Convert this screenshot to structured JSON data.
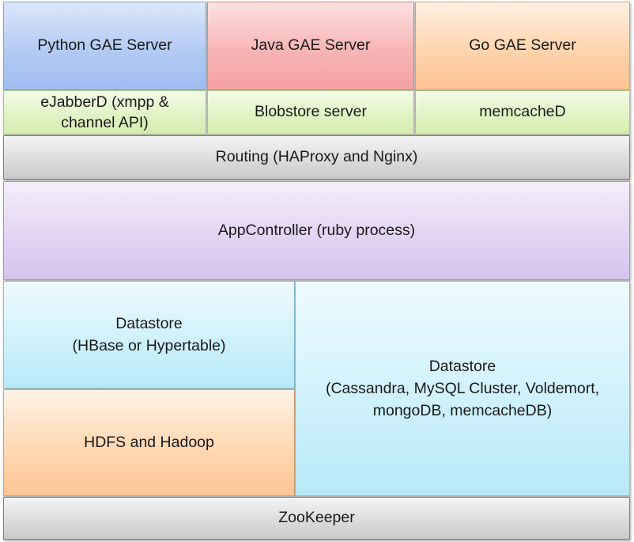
{
  "layers": {
    "python_gae": "Python GAE Server",
    "java_gae": "Java GAE Server",
    "go_gae": "Go GAE Server",
    "ejabberd_line1": "eJabberD (xmpp &",
    "ejabberd_line2": "channel API)",
    "blobstore": "Blobstore server",
    "memcached": "memcacheD",
    "routing": "Routing (HAProxy and Nginx)",
    "appcontroller": "AppController (ruby process)",
    "datastore_hbase_line1": "Datastore",
    "datastore_hbase_line2": "(HBase or Hypertable)",
    "hdfs": "HDFS and Hadoop",
    "datastore_other_line1": "Datastore",
    "datastore_other_line2": "(Cassandra, MySQL Cluster, Voldemort,",
    "datastore_other_line3": "mongoDB, memcacheDB)",
    "zookeeper": "ZooKeeper"
  }
}
